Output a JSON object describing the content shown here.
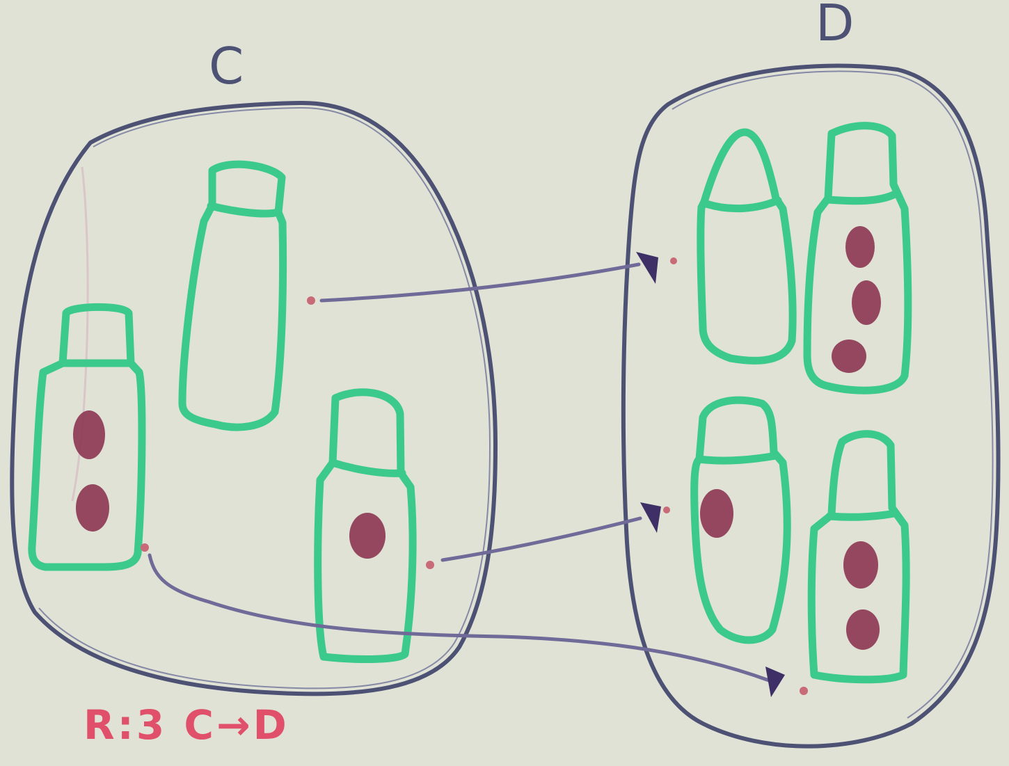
{
  "diagram": {
    "set_left_label": "C",
    "set_right_label": "D",
    "caption": "R:3 C→D",
    "colors": {
      "paper": "#dfe2d4",
      "set_outline": "#4d5274",
      "bottle_outline": "#3bc98c",
      "dot_fill": "#8d3a55",
      "arrow": "#6f6a98",
      "caption": "#e0506a"
    },
    "left_set": {
      "bottles": [
        {
          "dots": 2
        },
        {
          "dots": 0
        },
        {
          "dots": 1
        }
      ]
    },
    "right_set": {
      "bottles": [
        {
          "dots": 0
        },
        {
          "dots": 3
        },
        {
          "dots": 1
        },
        {
          "dots": 2
        }
      ]
    },
    "relation": {
      "pairs": [
        {
          "from_dots": 0,
          "to_dots": 0
        },
        {
          "from_dots": 1,
          "to_dots": 1
        },
        {
          "from_dots": 2,
          "to_dots": 2
        }
      ]
    }
  }
}
